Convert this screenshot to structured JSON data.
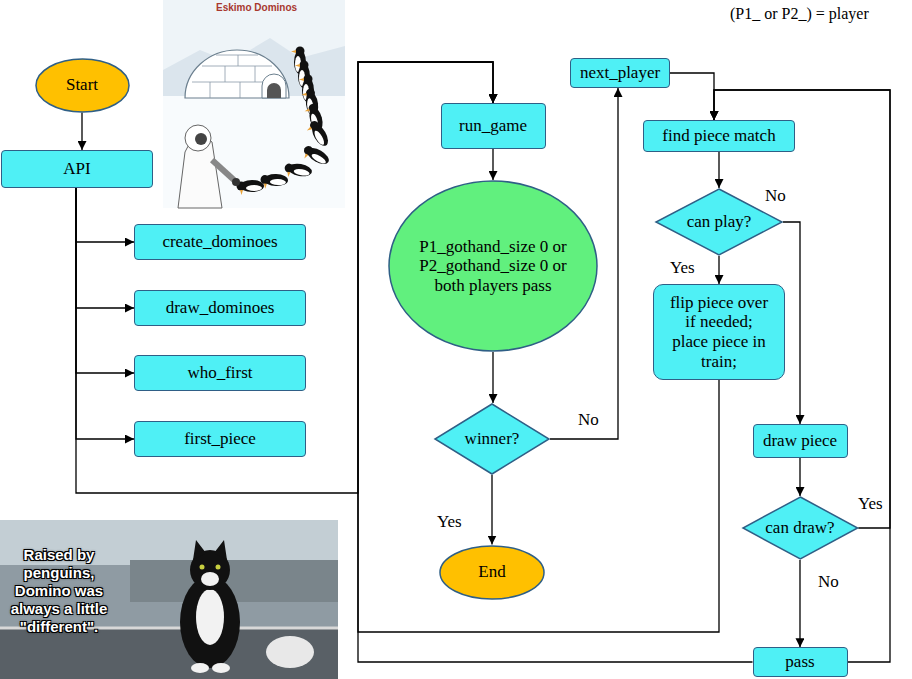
{
  "diagram": {
    "nodes": [
      {
        "text": [
          "Start"
        ]
      },
      {
        "text": [
          "API"
        ]
      },
      {
        "text": [
          "create_dominoes"
        ]
      },
      {
        "text": [
          "draw_dominoes"
        ]
      },
      {
        "text": [
          "who_first"
        ]
      },
      {
        "text": [
          "first_piece"
        ]
      },
      {
        "text": [
          "run_game"
        ]
      },
      {
        "text": [
          "P1_gothand_size 0 or P2_gothand_size 0 or both players pass"
        ]
      },
      {
        "text": [
          "winner?"
        ]
      },
      {
        "text": [
          "End"
        ]
      },
      {
        "text": [
          "next_player"
        ]
      },
      {
        "text": [
          "find piece match"
        ]
      },
      {
        "text": [
          "can play?"
        ]
      },
      {
        "text": [
          "flip piece over if needed; place piece in train;"
        ]
      },
      {
        "text": [
          "draw piece"
        ]
      },
      {
        "text": [
          "can draw?"
        ]
      },
      {
        "text": [
          "pass"
        ]
      }
    ],
    "edges": [
      {
        "from": 0,
        "to": 1,
        "arrow": "to"
      },
      {
        "from": 1,
        "to": 2,
        "arrow": "to"
      },
      {
        "from": 1,
        "to": 3,
        "arrow": "to"
      },
      {
        "from": 1,
        "to": 4,
        "arrow": "to"
      },
      {
        "from": 1,
        "to": 5,
        "arrow": "to"
      },
      {
        "from": 1,
        "to": 6,
        "arrow": "to"
      },
      {
        "from": 6,
        "to": 7,
        "arrow": "to"
      },
      {
        "from": 7,
        "to": 8,
        "arrow": "to"
      },
      {
        "from": 8,
        "to": 9,
        "label": "Yes",
        "arrow": "to"
      },
      {
        "from": 8,
        "to": 10,
        "label": "No",
        "arrow": "to"
      },
      {
        "from": 10,
        "to": 11,
        "arrow": "to"
      },
      {
        "from": 11,
        "to": 12,
        "arrow": "to"
      },
      {
        "from": 12,
        "to": 13,
        "label": "Yes",
        "arrow": "to"
      },
      {
        "from": 12,
        "to": 14,
        "label": "No",
        "arrow": "to"
      },
      {
        "from": 14,
        "to": 15,
        "arrow": "to"
      },
      {
        "from": 15,
        "to": 11,
        "label": "Yes",
        "arrow": "to"
      },
      {
        "from": 15,
        "to": 16,
        "label": "No",
        "arrow": "to"
      },
      {
        "from": 13,
        "to": 6,
        "arrow": "to"
      },
      {
        "from": 16,
        "to": 6,
        "arrow": "to"
      },
      {
        "from": 16,
        "to": 11,
        "arrow": "to"
      }
    ],
    "labels": [
      "(P1_ or P2_) = player",
      "Eskimo Dominos",
      "Raised by penguins, Domino was always a little \"different\"."
    ]
  }
}
